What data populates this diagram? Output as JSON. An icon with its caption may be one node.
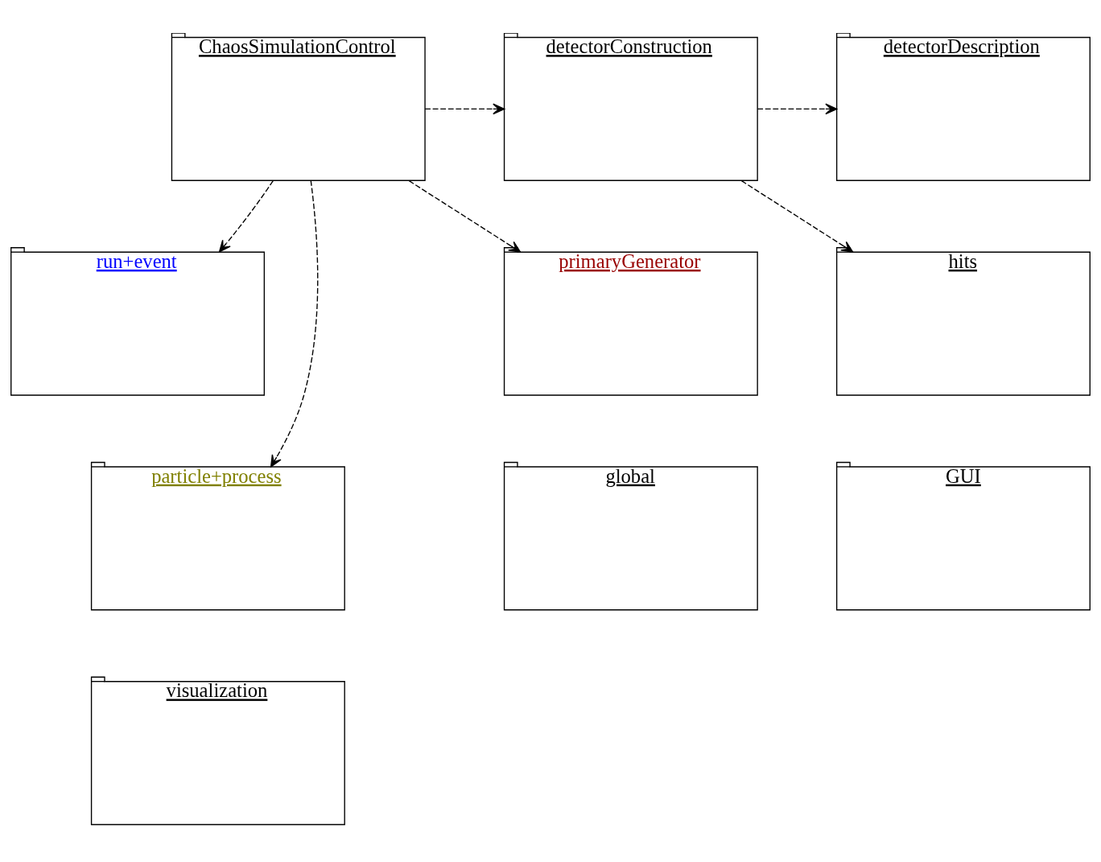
{
  "diagram": {
    "nodes": [
      {
        "text": [
          "ChaosSimulationControl"
        ]
      },
      {
        "text": [
          "detectorConstruction"
        ]
      },
      {
        "text": [
          "detectorDescription"
        ]
      },
      {
        "text": [
          "run+event"
        ]
      },
      {
        "text": [
          "primaryGenerator"
        ]
      },
      {
        "text": [
          "hits"
        ]
      },
      {
        "text": [
          "particle+process"
        ]
      },
      {
        "text": [
          "global"
        ]
      },
      {
        "text": [
          "GUI"
        ]
      },
      {
        "text": [
          "visualization"
        ]
      }
    ],
    "edges": [
      {
        "from": 0,
        "to": 1,
        "arrow": "to",
        "style": "dashed"
      },
      {
        "from": 1,
        "to": 2,
        "arrow": "to",
        "style": "dashed"
      },
      {
        "from": 0,
        "to": 3,
        "arrow": "to",
        "style": "dashed"
      },
      {
        "from": 0,
        "to": 4,
        "arrow": "to",
        "style": "dashed"
      },
      {
        "from": 1,
        "to": 5,
        "arrow": "to",
        "style": "dashed"
      },
      {
        "from": 0,
        "to": 6,
        "arrow": "to",
        "style": "dashed"
      }
    ]
  }
}
